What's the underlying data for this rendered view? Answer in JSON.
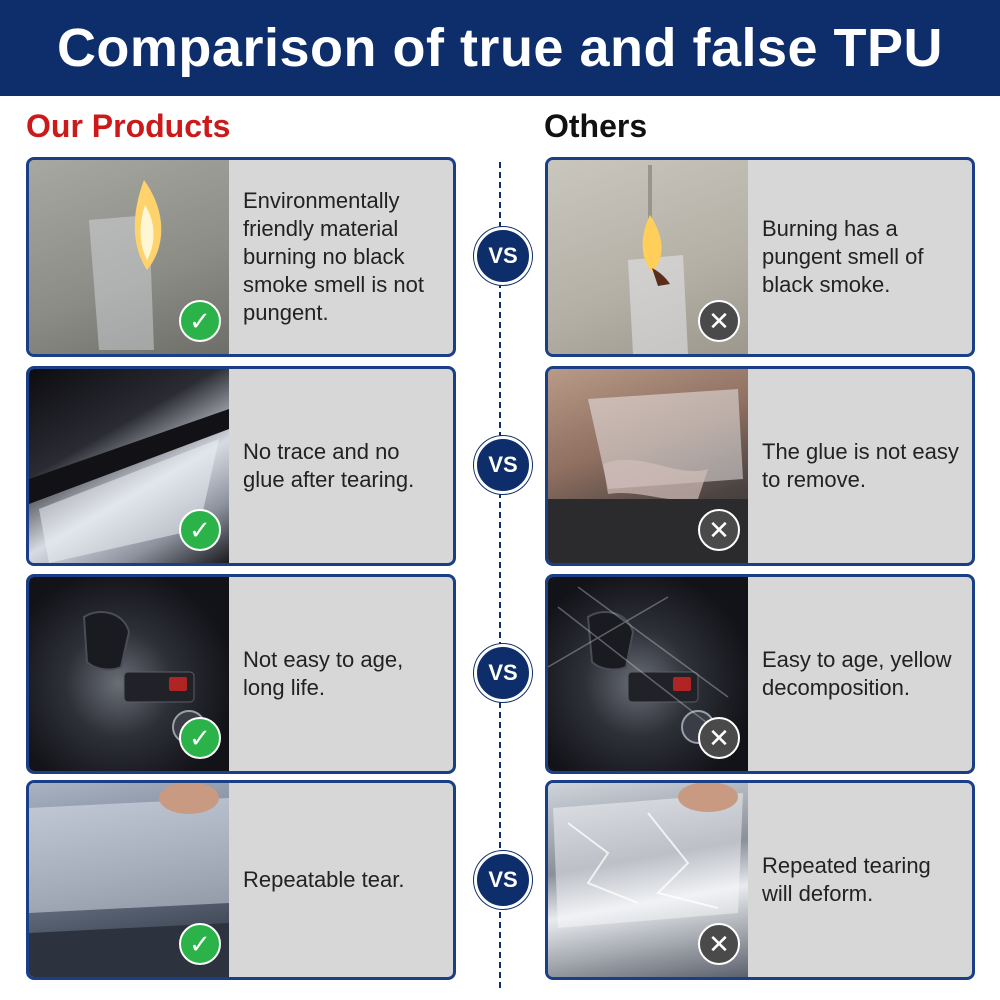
{
  "header": {
    "title": "Comparison of true and false TPU"
  },
  "columns": {
    "ours": "Our Products",
    "others": "Others"
  },
  "vs_label": "VS",
  "rows": [
    {
      "ours_text": "Environmentally friendly material burning no black smoke smell is not pungent.",
      "others_text": "Burning has a pungent smell of black smoke."
    },
    {
      "ours_text": "No trace and no glue after tearing.",
      "others_text": "The glue is not easy to remove."
    },
    {
      "ours_text": "Not easy to age, long life.",
      "others_text": "Easy to age, yellow decomposition."
    },
    {
      "ours_text": "Repeatable tear.",
      "others_text": "Repeated tearing will deform."
    }
  ],
  "colors": {
    "banner": "#0d2d6b",
    "ours_title": "#cc1a1a",
    "check_badge": "#2bb34a",
    "cross_badge": "#4a4a4a",
    "card_bg": "#d7d7d7"
  },
  "icons": {
    "ok": "check-icon",
    "no": "cross-icon"
  }
}
